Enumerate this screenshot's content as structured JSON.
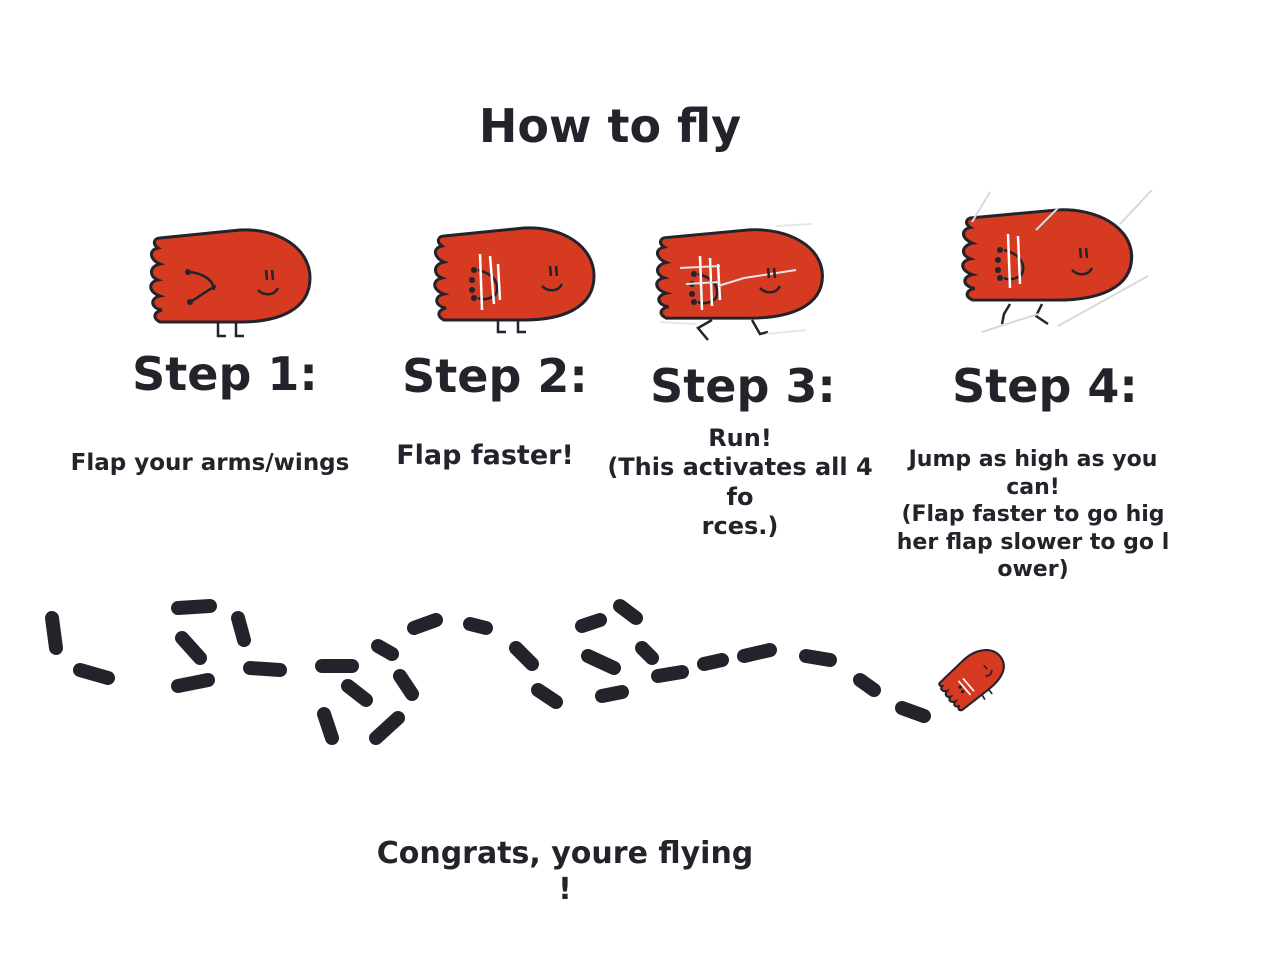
{
  "title": "How to fly",
  "steps": [
    {
      "heading": "Step 1:",
      "description": "Flap your arms/wings"
    },
    {
      "heading": "Step 2:",
      "description": "Flap faster!"
    },
    {
      "heading": "Step 3:",
      "description": "Run!\n(This activates all 4 fo\nrces.)"
    },
    {
      "heading": "Step 4:",
      "description": "Jump as high as you\ncan!\n(Flap faster to go hig\nher flap slower to go l\nower)"
    }
  ],
  "congrats": "Congrats, youre flying\n!",
  "colors": {
    "body": "#d63b22",
    "outline": "#23232b",
    "motion_lines": "#d9d9d9",
    "background": "#ffffff"
  },
  "icons": [
    "creature-standing-icon",
    "creature-flapping-icon",
    "creature-running-icon",
    "creature-jumping-icon",
    "creature-flying-icon",
    "flight-path-trail"
  ]
}
